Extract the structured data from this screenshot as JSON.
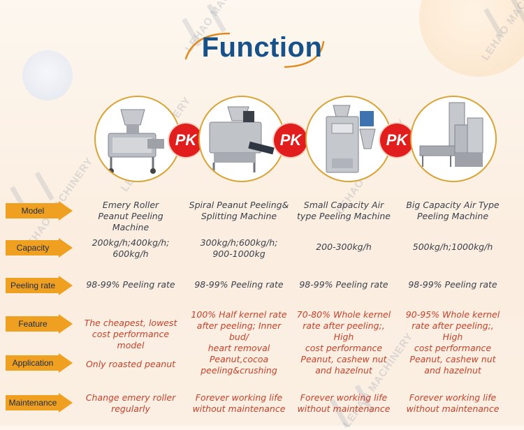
{
  "page": {
    "title": "Function"
  },
  "watermark": {
    "text": "LEHAO MACHINERY"
  },
  "pk_badge": "PK",
  "machines": [
    {
      "name": "emery-roller-machine"
    },
    {
      "name": "spiral-peeling-machine"
    },
    {
      "name": "small-air-peeling-machine"
    },
    {
      "name": "big-air-peeling-machine"
    }
  ],
  "rows": {
    "model": {
      "label": "Model",
      "cells": [
        "Emery Roller\nPeanut Peeling Machine",
        "Spiral Peanut Peeling&\nSplitting Machine",
        "Small Capacity Air\ntype Peeling Machine",
        "Big Capacity Air Type\nPeeling Machine"
      ]
    },
    "capacity": {
      "label": "Capacity",
      "cells": [
        "200kg/h;400kg/h;\n600kg/h",
        "300kg/h;600kg/h;\n900-1000kg",
        "200-300kg/h",
        "500kg/h;1000kg/h"
      ]
    },
    "peeling_rate": {
      "label": "Peeling rate",
      "cells": [
        "98-99% Peeling rate",
        "98-99% Peeling rate",
        "98-99% Peeling rate",
        "98-99% Peeling rate"
      ]
    },
    "feature": {
      "label": "Feature",
      "cells": [
        "The cheapest, lowest\ncost performance model",
        "100% Half  kernel rate\nafter peeling; Inner bud/\nheart removal",
        "70-80% Whole kernel\nrate after peeling;, High\ncost performance",
        "90-95% Whole kernel\nrate after peeling;, High\ncost performance"
      ]
    },
    "application": {
      "label": "Application",
      "cells": [
        "Only roasted peanut",
        "Peanut,cocoa\npeeling&crushing",
        "Peanut, cashew nut\nand hazelnut",
        "Peanut, cashew nut\nand hazelnut"
      ]
    },
    "maintenance": {
      "label": "Maintenance",
      "cells": [
        "Change emery roller\nregularly",
        "Forever working life\nwithout maintenance",
        "Forever working life\nwithout maintenance",
        "Forever working life\nwithout maintenance"
      ]
    }
  },
  "colors": {
    "title": "#16518a",
    "arrow": "#f0a020",
    "badge": "#e11d1d",
    "red_text": "#c4422a",
    "dark_text": "#3a3f4a",
    "circle_border": "#d9a437"
  }
}
